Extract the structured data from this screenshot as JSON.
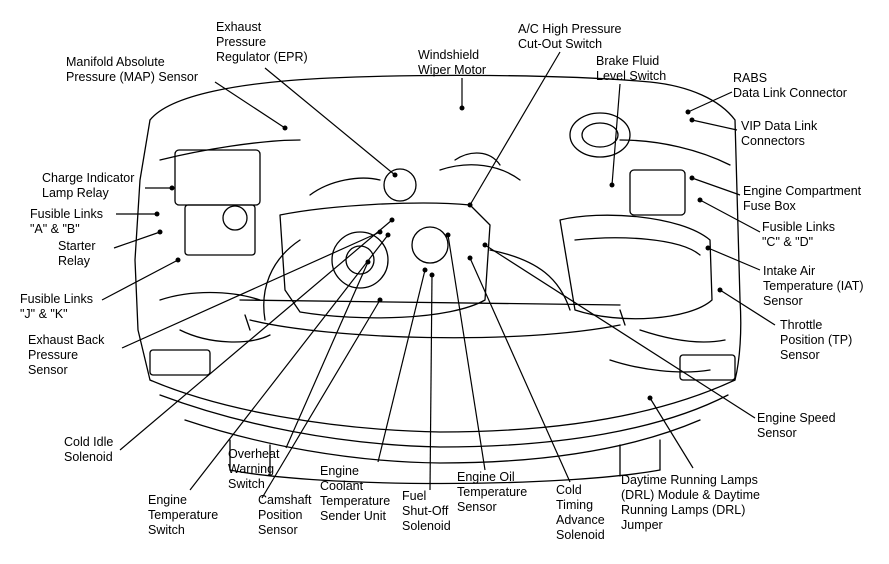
{
  "labels": {
    "exhaust_pressure_regulator": "Exhaust\nPressure\nRegulator (EPR)",
    "map_sensor": "Manifold Absolute\nPressure (MAP) Sensor",
    "windshield_wiper_motor": "Windshield\nWiper Motor",
    "ac_high_pressure_switch": "A/C High Pressure\nCut-Out Switch",
    "brake_fluid_level_switch": "Brake Fluid\nLevel Switch",
    "rabs_connector": "RABS\nData Link Connector",
    "vip_connectors": "VIP Data Link\nConnectors",
    "charge_indicator_relay": "Charge Indicator\nLamp Relay",
    "engine_compartment_fuse_box": "Engine Compartment\nFuse Box",
    "fusible_links_ab": "Fusible Links\n\"A\" & \"B\"",
    "starter_relay": "Starter\nRelay",
    "fusible_links_cd": "Fusible Links\n\"C\" & \"D\"",
    "intake_air_temp_sensor": "Intake Air\nTemperature (IAT)\nSensor",
    "fusible_links_jk": "Fusible Links\n\"J\" & \"K\"",
    "throttle_position_sensor": "Throttle\nPosition (TP)\nSensor",
    "exhaust_back_pressure_sensor": "Exhaust Back\nPressure\nSensor",
    "engine_speed_sensor": "Engine Speed\nSensor",
    "cold_idle_solenoid": "Cold Idle\nSolenoid",
    "overheat_warning_switch": "Overheat\nWarning\nSwitch",
    "engine_coolant_temp_sender": "Engine\nCoolant\nTemperature\nSender Unit",
    "engine_oil_temp_sensor": "Engine Oil\nTemperature\nSensor",
    "cold_timing_advance_solenoid": "Cold\nTiming\nAdvance\nSolenoid",
    "drl_module": "Daytime Running Lamps\n(DRL) Module & Daytime\nRunning Lamps (DRL)\nJumper",
    "engine_temperature_switch": "Engine\nTemperature\nSwitch",
    "camshaft_position_sensor": "Camshaft\nPosition\nSensor",
    "fuel_shutoff_solenoid": "Fuel\nShut-Off\nSolenoid"
  },
  "colors": {
    "line": "#000000",
    "background": "#ffffff"
  }
}
